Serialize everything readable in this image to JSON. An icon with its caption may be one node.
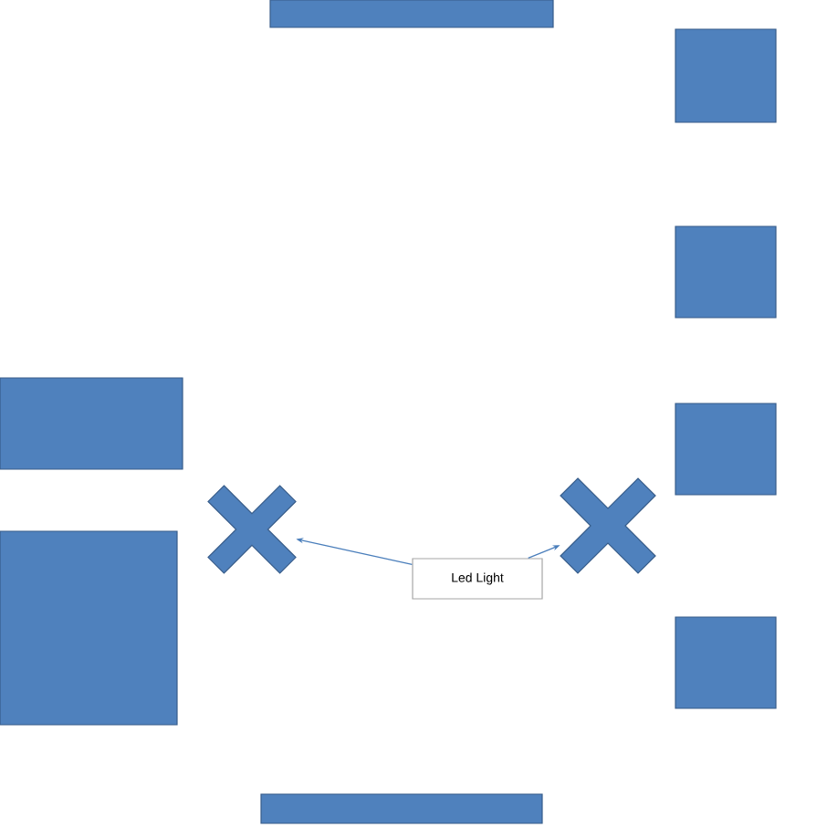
{
  "diagram": {
    "nodes": [
      {
        "text": [],
        "shape": "bar"
      },
      {
        "text": [],
        "shape": "box"
      },
      {
        "text": [],
        "shape": "box"
      },
      {
        "text": [],
        "shape": "box"
      },
      {
        "text": [],
        "shape": "box"
      },
      {
        "text": [],
        "shape": "cross"
      },
      {
        "text": [],
        "shape": "cross"
      },
      {
        "text": [
          "Led Light"
        ]
      },
      {
        "text": [],
        "shape": "box"
      },
      {
        "text": [],
        "shape": "box"
      },
      {
        "text": [],
        "shape": "bar"
      }
    ],
    "edges": [
      {
        "from": 7,
        "to": 5,
        "arrow": "to"
      },
      {
        "from": 7,
        "to": 6,
        "arrow": "to"
      }
    ]
  }
}
